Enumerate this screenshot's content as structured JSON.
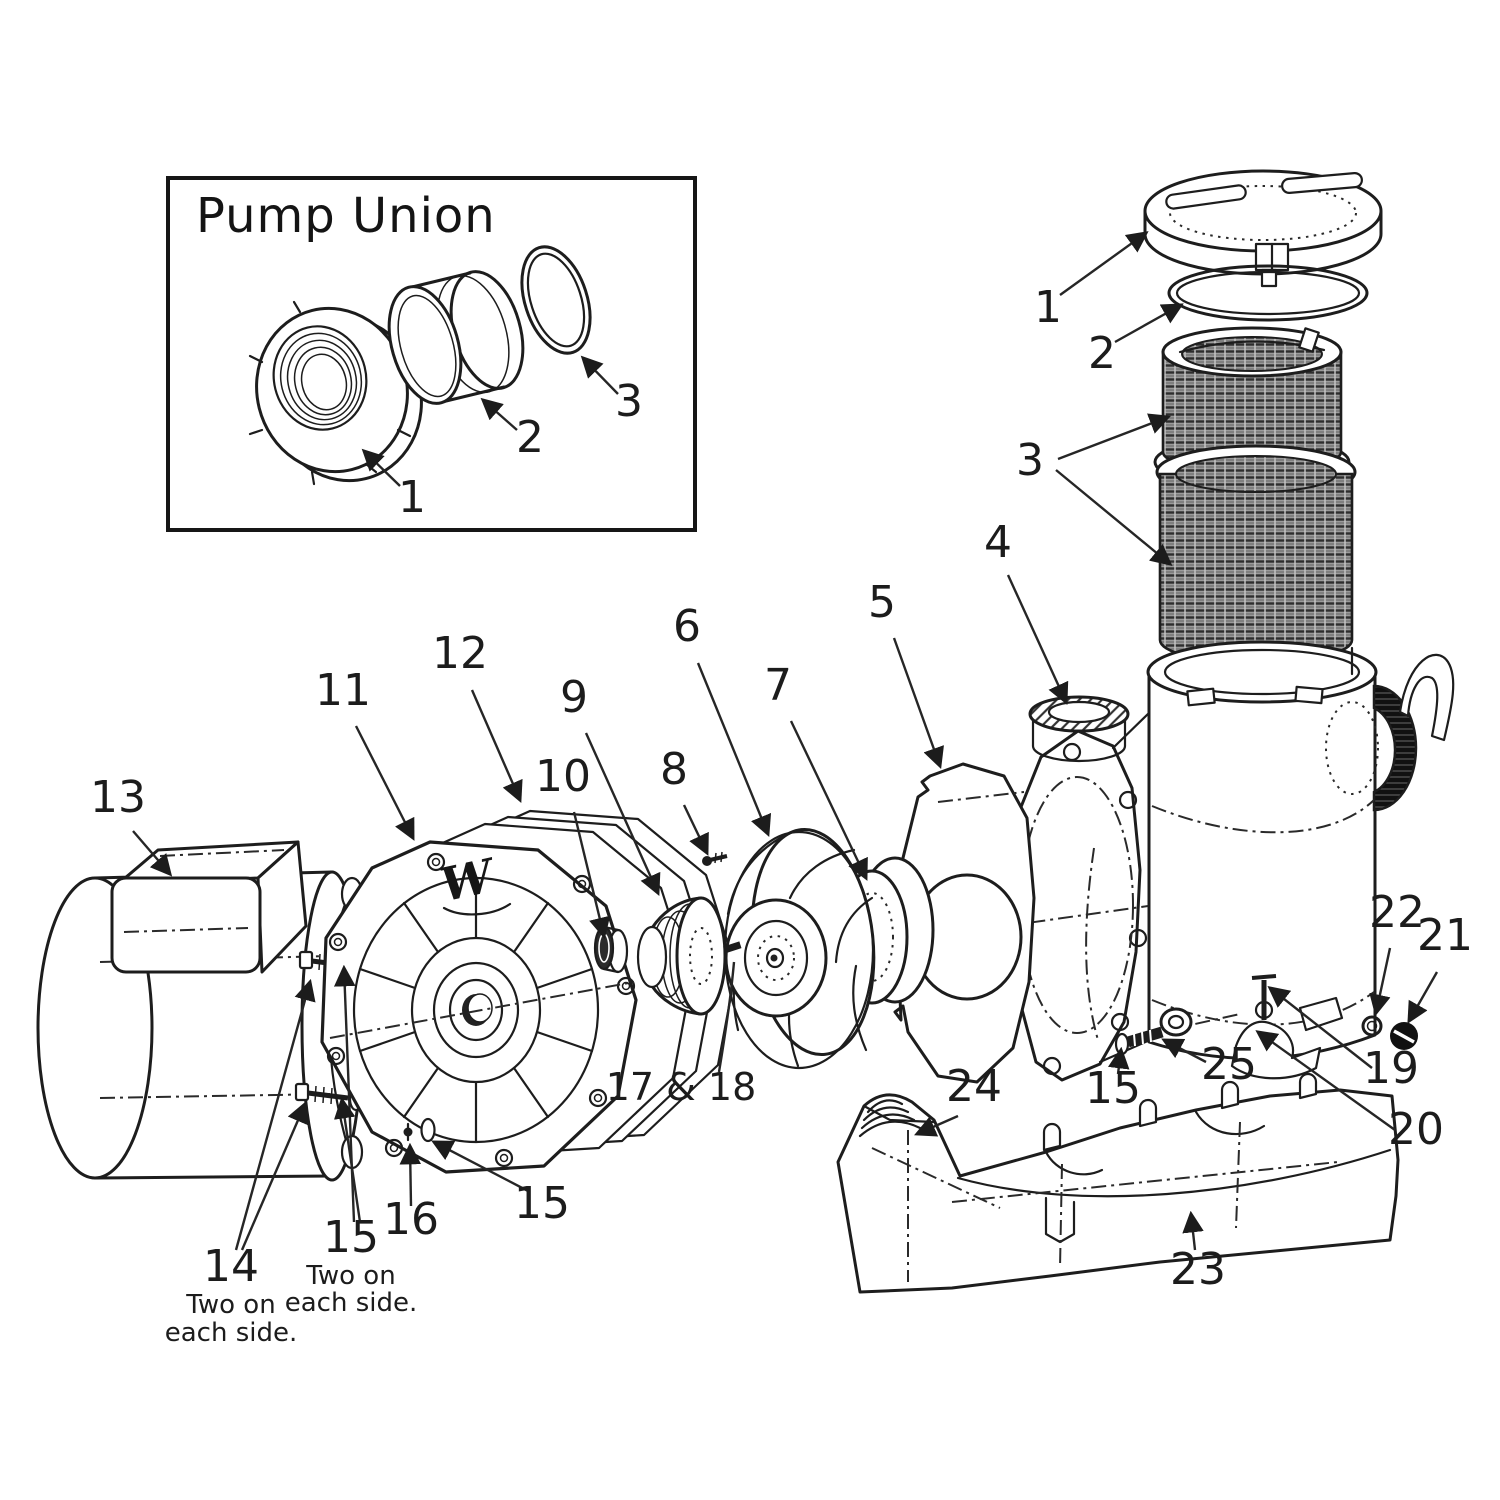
{
  "inset": {
    "title": "Pump Union",
    "callouts": {
      "nut": "1",
      "tailpiece": "2",
      "oring": "3"
    }
  },
  "diagram": {
    "seal_plate_logo": "W",
    "callouts": {
      "lid": "1",
      "lid_oring": "2",
      "baskets": "3",
      "port_oring": "4",
      "housing_gasket": "5",
      "impeller": "6",
      "wear_ring": "7",
      "impeller_screw": "8",
      "shaft_seal": "9",
      "seal_seat": "10",
      "seal_plate": "11",
      "plate_gasket": "12",
      "motor": "13",
      "motor_bolts": "14",
      "washers_note": "15",
      "washer_plate": "15",
      "washer_body": "15",
      "plate_screw": "16",
      "pin_and_key": "17 & 18",
      "clamp_screw": "19",
      "clamp": "20",
      "drain_plug": "21",
      "drain_oring": "22",
      "base": "23",
      "base_ribs": "24",
      "body_bolt": "25"
    },
    "notes": {
      "bolts_l1": "Two on",
      "bolts_l2": "each side.",
      "washers_l1": "Two on",
      "washers_l2": "each side."
    },
    "colors": {
      "line": "#1d1d1d",
      "basket_mesh": "#9b9b9b",
      "dark_fill": "#111111"
    }
  }
}
